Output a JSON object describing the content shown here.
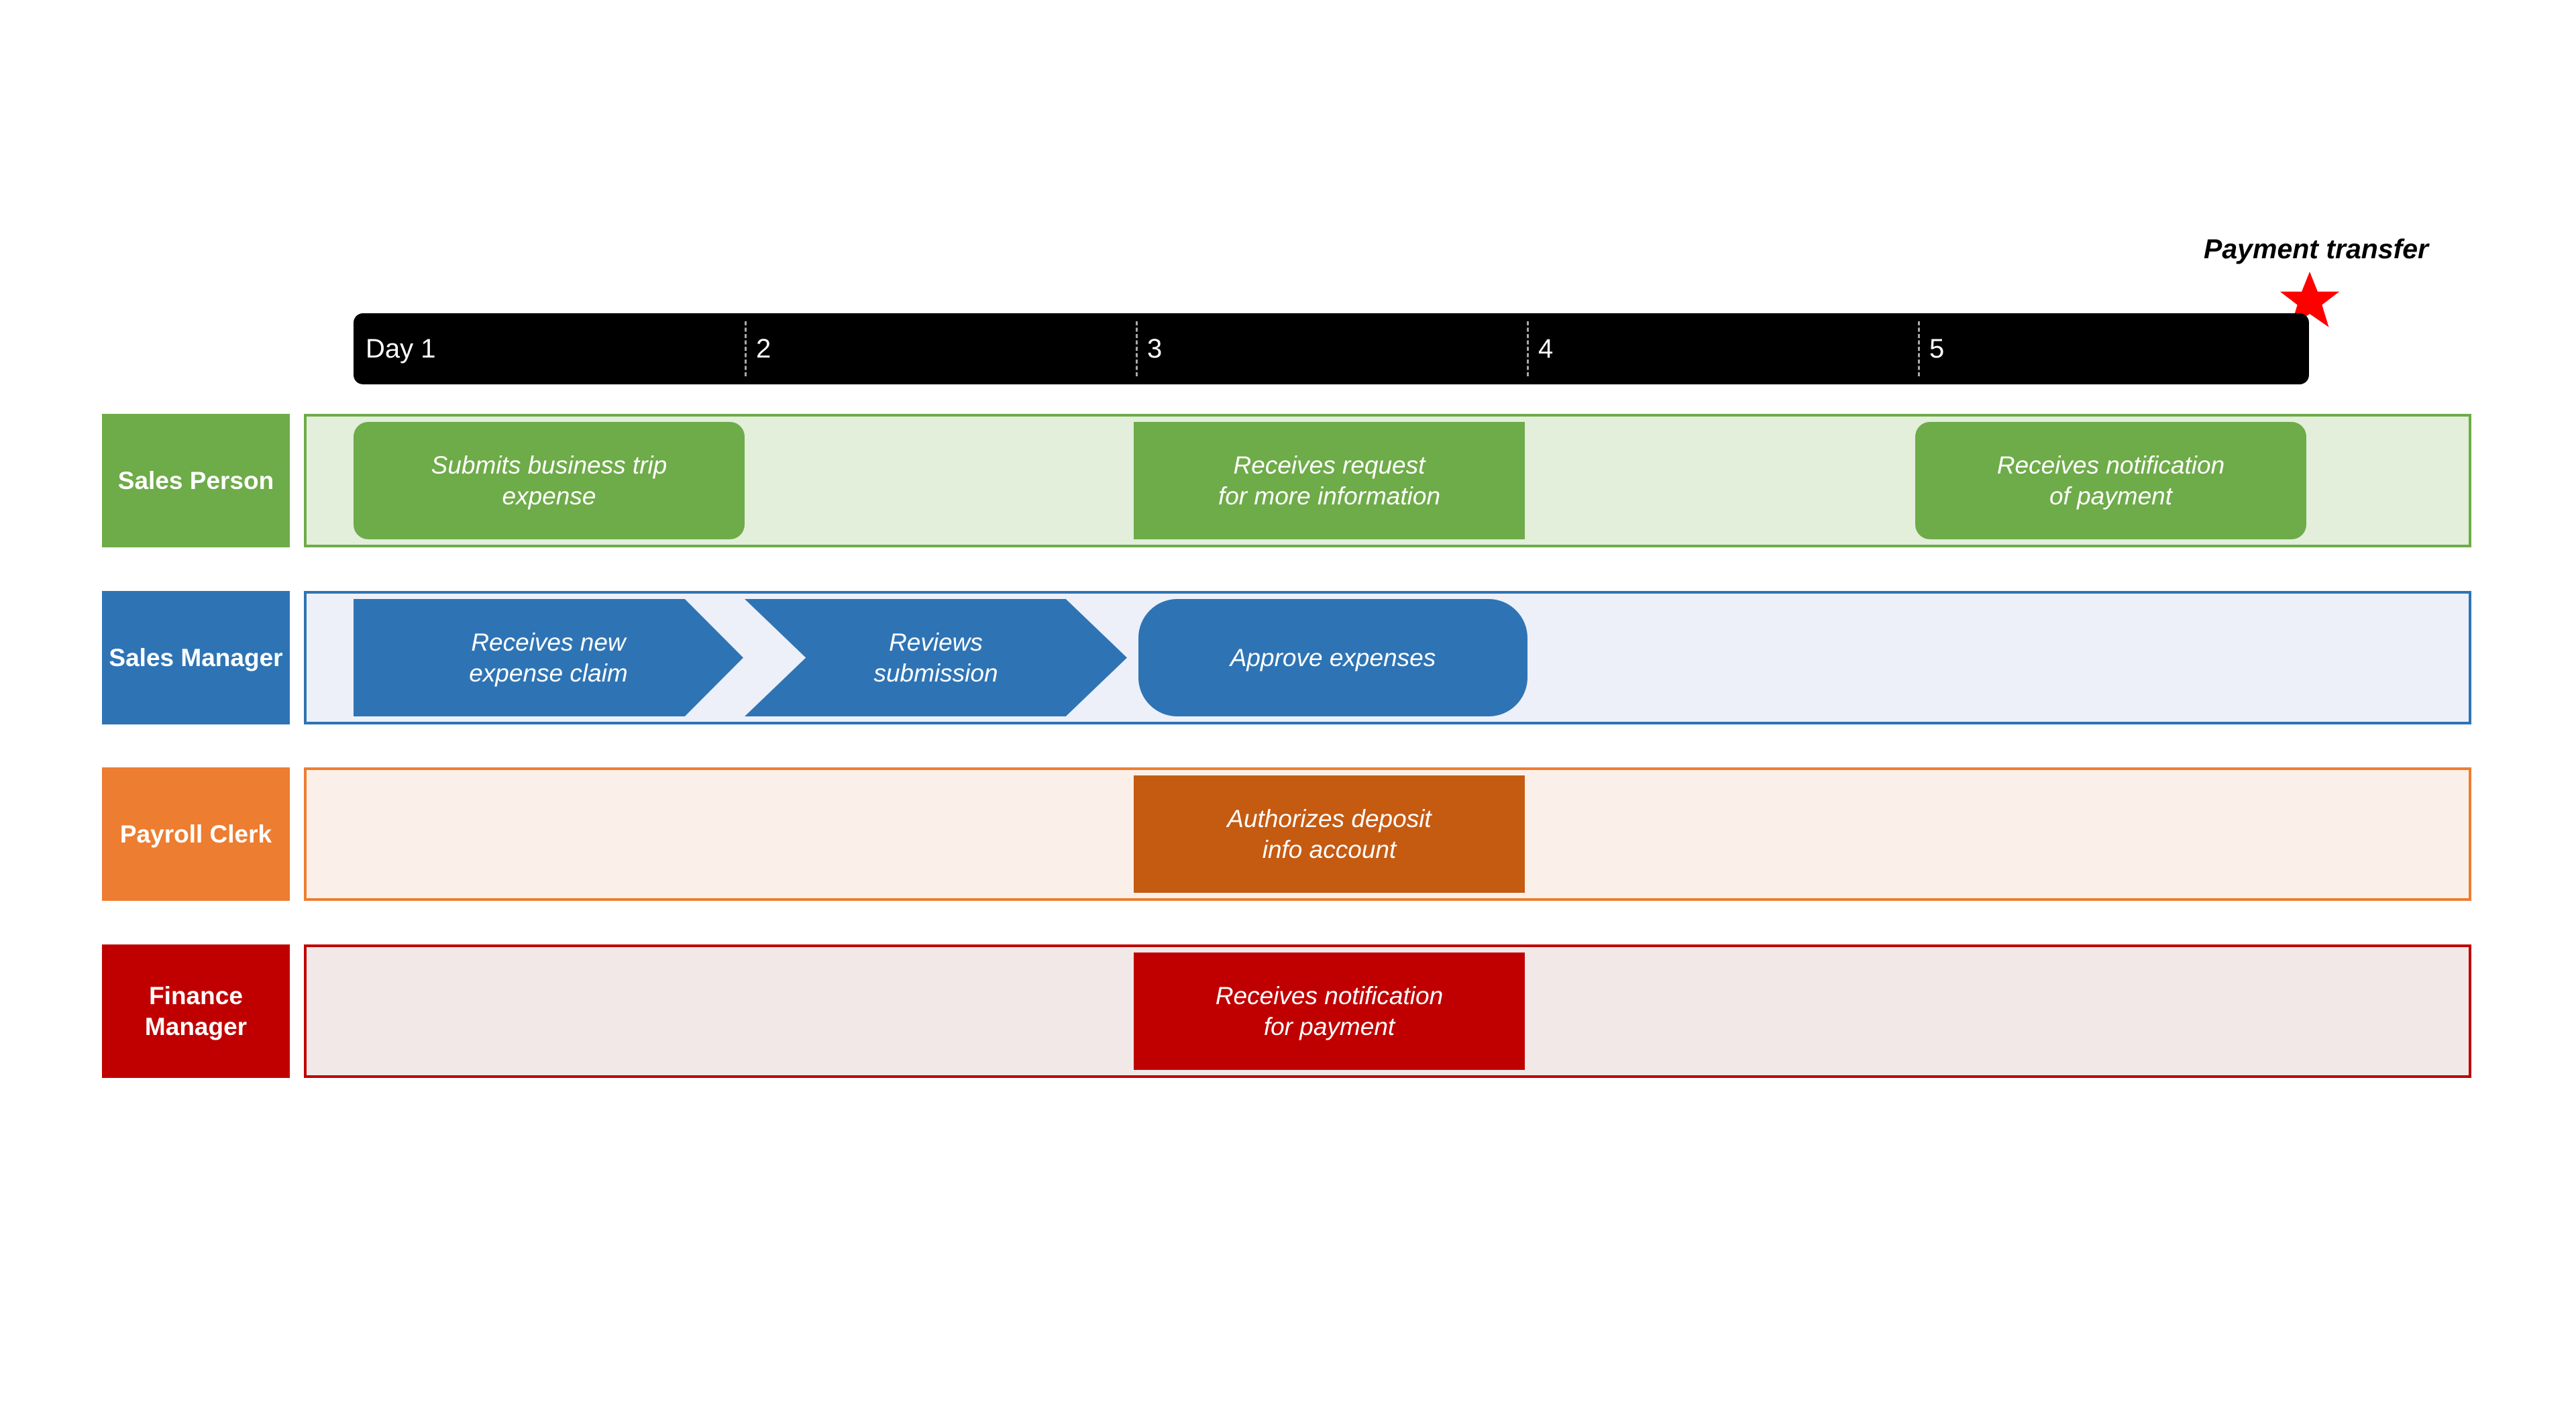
{
  "annotation": {
    "payment_transfer_label": "Payment transfer",
    "star_color": "#FF0000"
  },
  "timeline": {
    "background": "#000000",
    "text_color": "#FFFFFF",
    "days": [
      {
        "label": "Day 1"
      },
      {
        "label": "2"
      },
      {
        "label": "3"
      },
      {
        "label": "4"
      },
      {
        "label": "5"
      }
    ]
  },
  "lanes": [
    {
      "name": "Sales Person",
      "color": "#6EAB49",
      "background": "#E3EEDB",
      "tasks": [
        {
          "text": "Submits business trip\nexpense",
          "shape": "rounded-rectangle",
          "fill": "#6EAB49",
          "day_start": 1
        },
        {
          "text": "Receives request\nfor more information",
          "shape": "rectangle",
          "fill": "#6EAB49",
          "day_start": 3
        },
        {
          "text": "Receives notification\nof payment",
          "shape": "rounded-rectangle",
          "fill": "#6EAB49",
          "day_start": 5
        }
      ]
    },
    {
      "name": "Sales Manager",
      "color": "#2E74B5",
      "background": "#EDF0F9",
      "tasks": [
        {
          "text": "Receives new\nexpense claim",
          "shape": "arrow-pentagon",
          "fill": "#2E74B5",
          "day_start": 1
        },
        {
          "text": "Reviews\nsubmission",
          "shape": "arrow-chevron",
          "fill": "#2E74B5",
          "day_start": 2
        },
        {
          "text": "Approve expenses",
          "shape": "rounded-rectangle-large",
          "fill": "#2E74B5",
          "day_start": 3
        }
      ]
    },
    {
      "name": "Payroll Clerk",
      "color": "#ED7D31",
      "background": "#FBF0E9",
      "tasks": [
        {
          "text": "Authorizes deposit\ninfo account",
          "shape": "rectangle",
          "fill": "#C55A11",
          "day_start": 3
        }
      ]
    },
    {
      "name": "Finance Manager",
      "color": "#C00000",
      "background": "#F2E8E8",
      "tasks": [
        {
          "text": "Receives notification\nfor payment",
          "shape": "rectangle",
          "fill": "#C00000",
          "day_start": 3
        }
      ]
    }
  ]
}
